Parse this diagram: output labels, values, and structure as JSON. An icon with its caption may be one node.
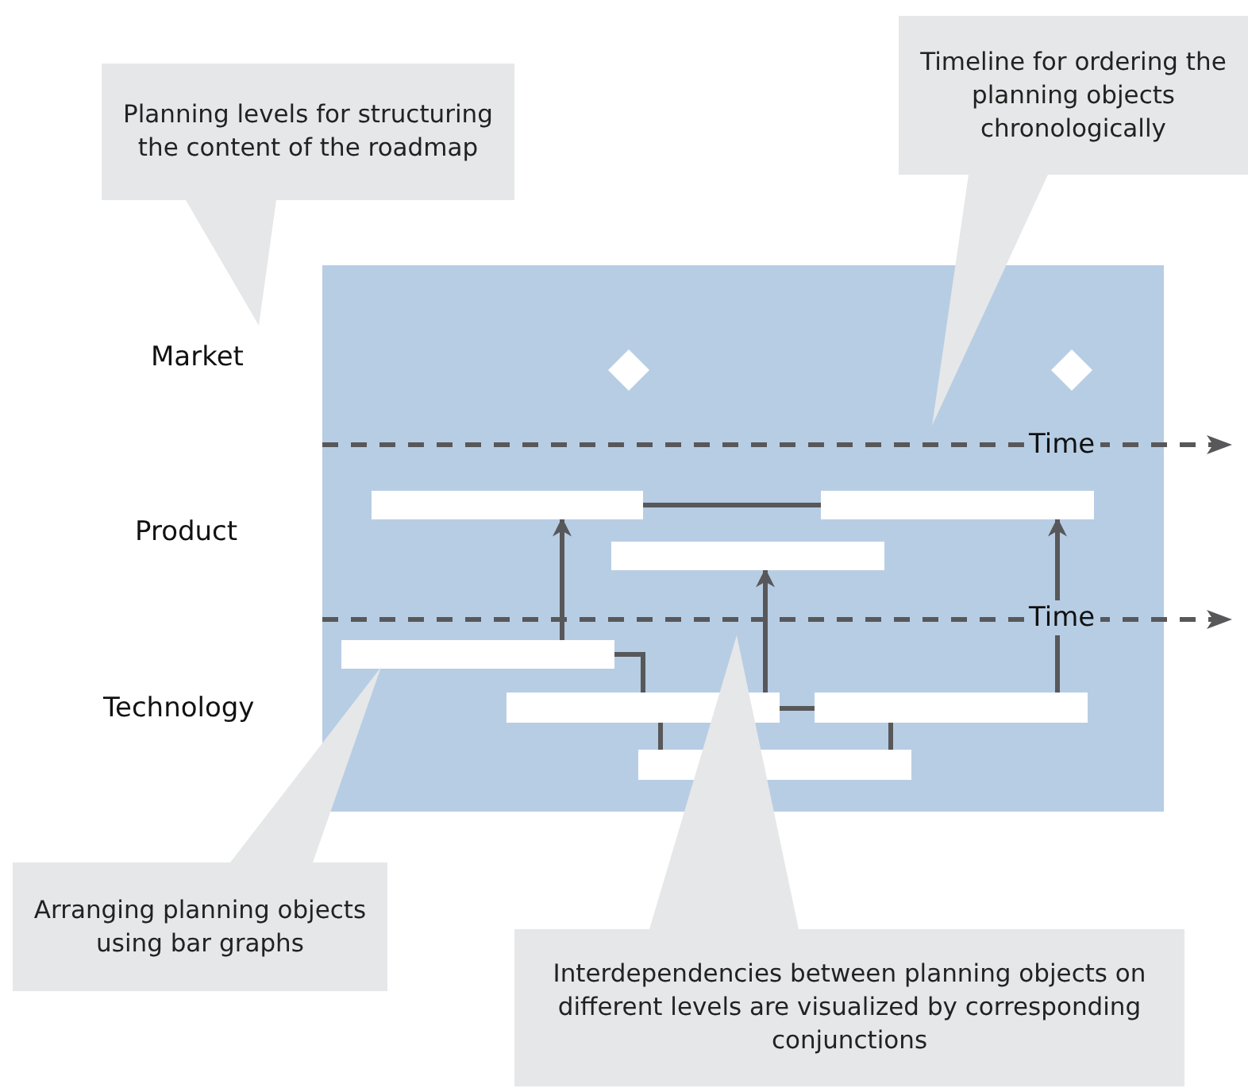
{
  "diagram": {
    "nodes": [
      {
        "text": [
          "Planning levels for structuring the content of the roadmap"
        ]
      },
      {
        "text": [
          "Timeline for ordering the planning objects chronologically"
        ]
      },
      {
        "text": [],
        "shape": "box"
      },
      {
        "text": [],
        "shape": "diamond",
        "in": 2
      },
      {
        "text": [],
        "shape": "diamond",
        "in": 2
      },
      {
        "text": [],
        "shape": "bar",
        "in": 2
      },
      {
        "text": [],
        "shape": "bar",
        "in": 2
      },
      {
        "text": [],
        "shape": "bar",
        "in": 2
      },
      {
        "text": [],
        "shape": "bar",
        "in": 2
      },
      {
        "text": [],
        "shape": "bar",
        "in": 2
      },
      {
        "text": [],
        "shape": "bar",
        "in": 2
      },
      {
        "text": [],
        "shape": "bar",
        "in": 2
      },
      {
        "text": [
          "Arranging planning objects using bar graphs"
        ]
      },
      {
        "text": [
          "Interdependencies between planning objects on different levels are visualized by corresponding conjunctions"
        ]
      }
    ],
    "edges": [
      {
        "from": 5,
        "to": 6,
        "arrow": "none"
      },
      {
        "from": 8,
        "to": 5,
        "arrow": "to"
      },
      {
        "from": 9,
        "to": 7,
        "arrow": "to"
      },
      {
        "from": 10,
        "to": 6,
        "arrow": "to"
      },
      {
        "from": 8,
        "to": 9,
        "arrow": "none"
      },
      {
        "from": 9,
        "to": 10,
        "arrow": "none"
      },
      {
        "from": 9,
        "to": 11,
        "arrow": "none"
      },
      {
        "from": 10,
        "to": 11,
        "arrow": "none"
      }
    ],
    "labels": [
      "Market",
      "Time",
      "Product",
      "Time",
      "Technology"
    ]
  }
}
